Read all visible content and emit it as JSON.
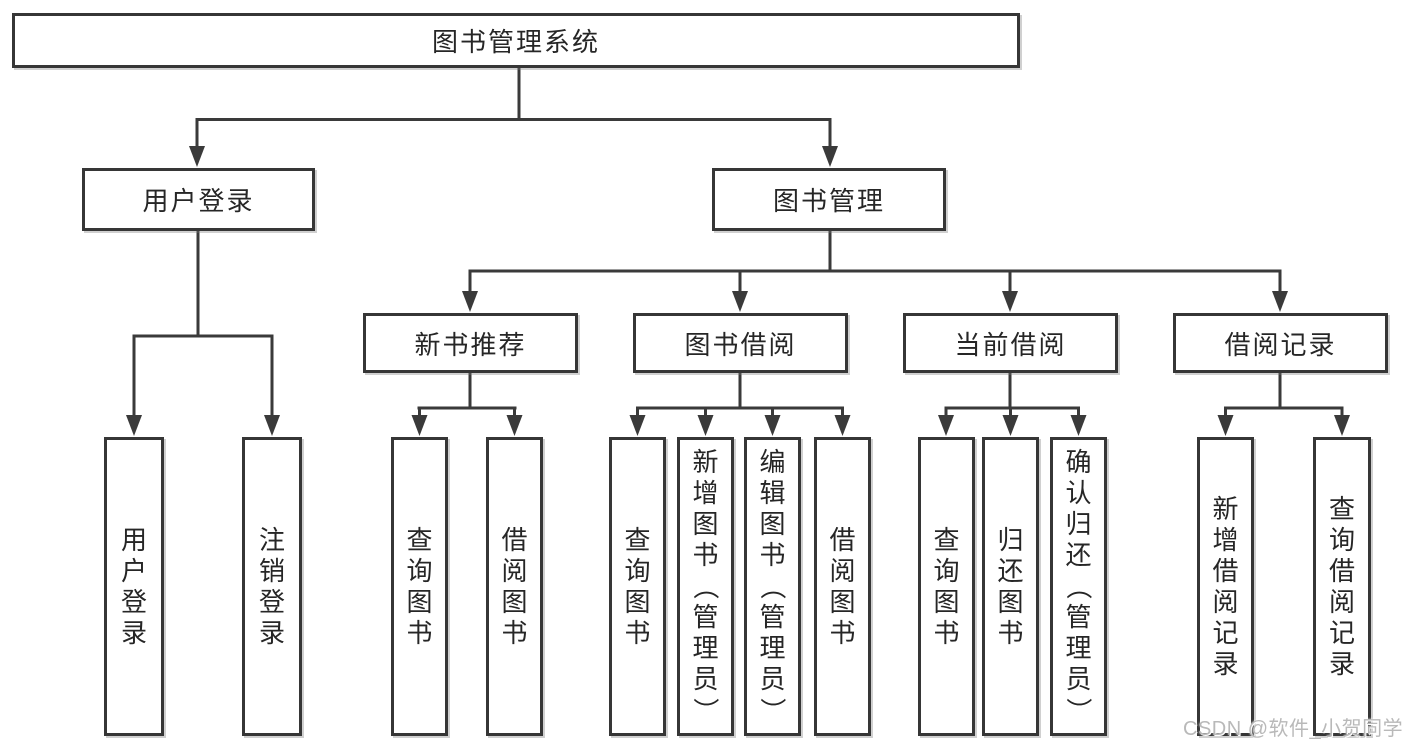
{
  "tree": {
    "root": {
      "label": "图书管理系统"
    },
    "branches": [
      {
        "label": "用户登录",
        "children": [
          {
            "label": "用户登录"
          },
          {
            "label": "注销登录"
          }
        ]
      },
      {
        "label": "图书管理",
        "groups": [
          {
            "label": "新书推荐",
            "children": [
              {
                "label": "查询图书"
              },
              {
                "label": "借阅图书"
              }
            ]
          },
          {
            "label": "图书借阅",
            "children": [
              {
                "label": "查询图书"
              },
              {
                "label": "新增图书（管理员）"
              },
              {
                "label": "编辑图书（管理员）"
              },
              {
                "label": "借阅图书"
              }
            ]
          },
          {
            "label": "当前借阅",
            "children": [
              {
                "label": "查询图书"
              },
              {
                "label": "归还图书"
              },
              {
                "label": "确认归还（管理员）"
              }
            ]
          },
          {
            "label": "借阅记录",
            "children": [
              {
                "label": "新增借阅记录"
              },
              {
                "label": "查询借阅记录"
              }
            ]
          }
        ]
      }
    ]
  },
  "watermark": {
    "text": "CSDN @软件_小贺同学"
  },
  "colors": {
    "line": "#3a3a3a",
    "border": "#363636",
    "text": "#262626",
    "background": "#ffffff",
    "watermark": "#b9b9b9"
  }
}
